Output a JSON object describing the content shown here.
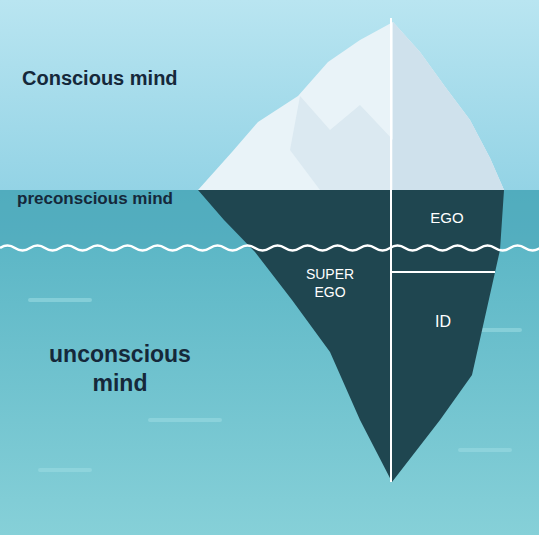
{
  "diagram": {
    "nodes": [
      {
        "text": [
          "EGO"
        ]
      },
      {
        "text": [
          "SUPER EGO"
        ]
      },
      {
        "text": [
          "ID"
        ]
      }
    ],
    "labels": [
      "Conscious mind",
      "preconscious mind",
      "unconscious mind"
    ]
  }
}
